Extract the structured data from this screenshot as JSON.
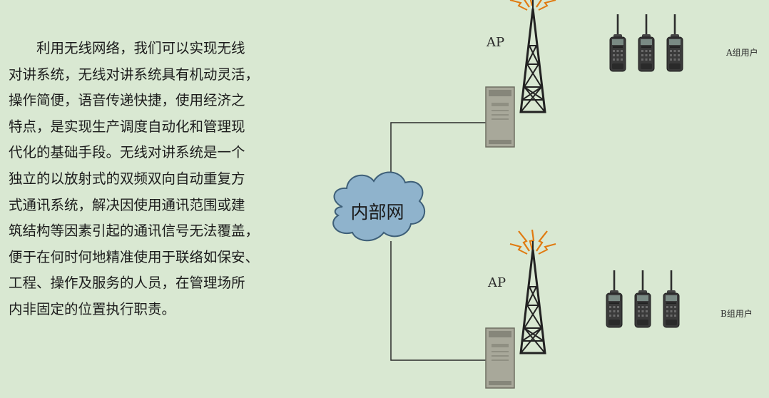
{
  "text": {
    "lines": [
      "利用无线网络，我们可以实现无线",
      "对讲系统，无线对讲系统具有机动灵活，",
      "操作简便，语音传递快捷，使用经济之",
      "特点，是实现生产调度自动化和管理现",
      "代化的基础手段。无线对讲系统是一个",
      "独立的以放射式的双频双向自动重复方",
      "式通讯系统，解决因使用通讯范围或建",
      "筑结构等因素引起的通讯信号无法覆盖，",
      "便于在何时何地精准使用于联络如保安、",
      "工程、操作及服务的人员，在管理场所",
      "内非固定的位置执行职责。"
    ]
  },
  "diagram": {
    "cloud_label": "内部网",
    "sites": [
      {
        "ap_label": "AP",
        "group_label": "A组用户"
      },
      {
        "ap_label": "AP",
        "group_label": "B组用户"
      }
    ]
  },
  "colors": {
    "background": "#d9e8d2",
    "cloud_fill": "#8fb3cc",
    "tower": "#222222",
    "signal_waves": "#e07a10",
    "radio_body": "#3a3a3a",
    "server_box": "#a8a89a"
  },
  "icons": [
    "cloud-network-icon",
    "antenna-tower-icon",
    "signal-waves-icon",
    "server-box-icon",
    "walkie-talkie-icon"
  ]
}
